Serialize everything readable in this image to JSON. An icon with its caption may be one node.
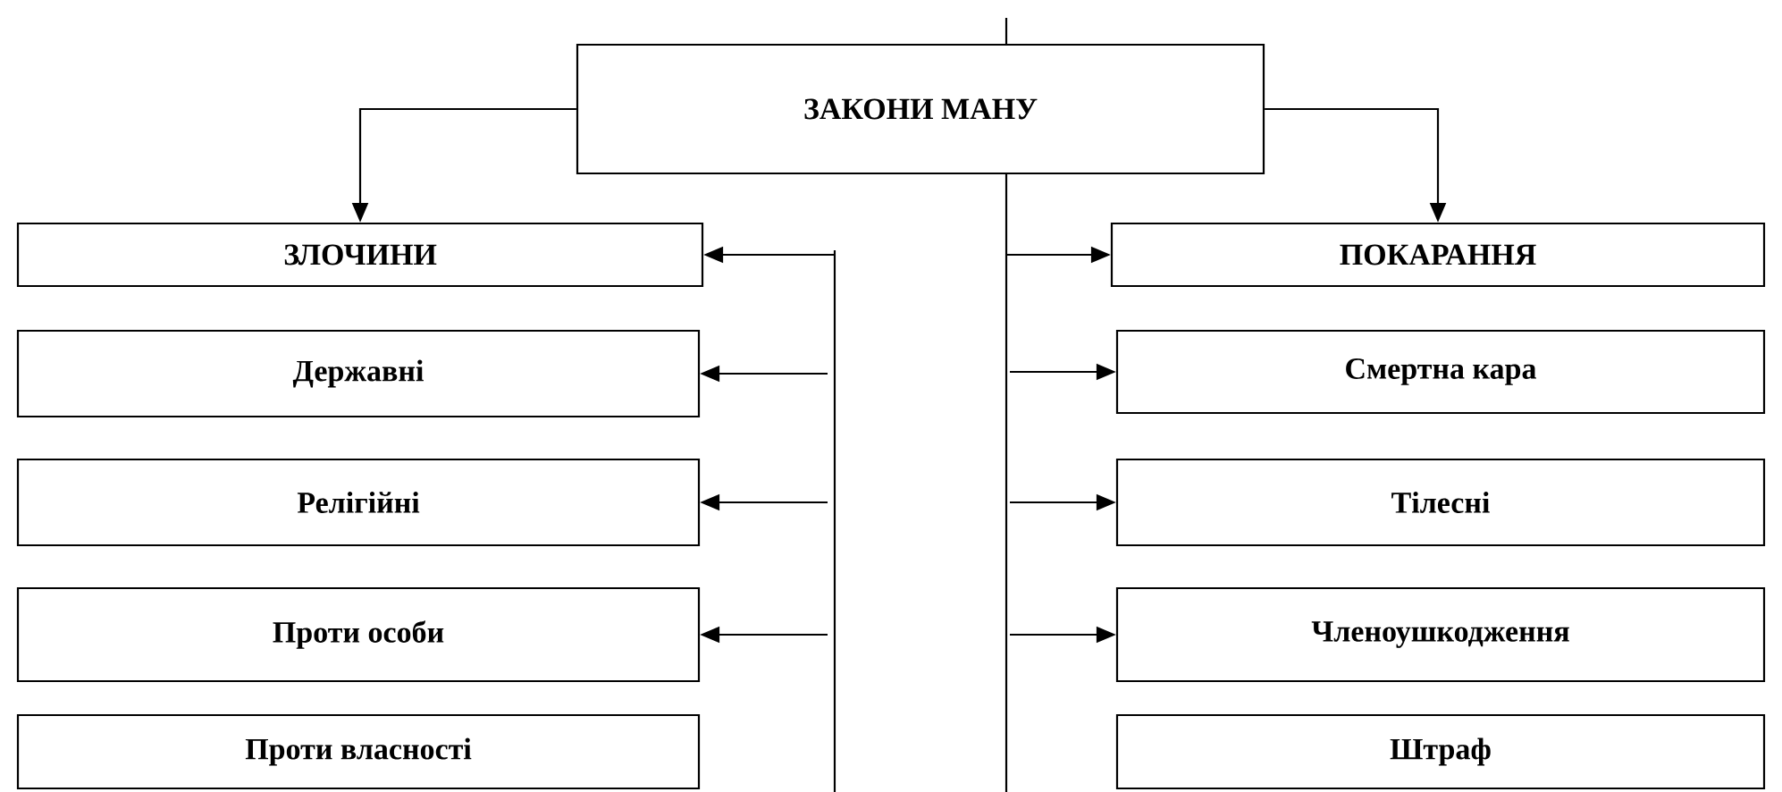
{
  "diagram": {
    "nodes": [
      {
        "text": [
          "ЗАКОНИ МАНУ"
        ]
      },
      {
        "text": [
          "ЗЛОЧИНИ"
        ]
      },
      {
        "text": [
          "Державні"
        ]
      },
      {
        "text": [
          "Релігійні"
        ]
      },
      {
        "text": [
          "Проти особи"
        ]
      },
      {
        "text": [
          "Проти власності"
        ]
      },
      {
        "text": [
          "ПОКАРАННЯ"
        ]
      },
      {
        "text": [
          "Смертна кара"
        ]
      },
      {
        "text": [
          "Тілесні"
        ]
      },
      {
        "text": [
          "Членоушкодження"
        ]
      },
      {
        "text": [
          "Штраф"
        ]
      }
    ],
    "edges": [
      {
        "from": 0,
        "to": 1,
        "arrow": "to"
      },
      {
        "from": 0,
        "to": 6,
        "arrow": "to"
      },
      {
        "from": null,
        "to": 1,
        "arrow": "to"
      },
      {
        "from": null,
        "to": 2,
        "arrow": "to"
      },
      {
        "from": null,
        "to": 3,
        "arrow": "to"
      },
      {
        "from": null,
        "to": 4,
        "arrow": "to"
      },
      {
        "from": null,
        "to": 6,
        "arrow": "to"
      },
      {
        "from": null,
        "to": 7,
        "arrow": "to"
      },
      {
        "from": null,
        "to": 8,
        "arrow": "to"
      },
      {
        "from": null,
        "to": 9,
        "arrow": "to"
      }
    ]
  }
}
